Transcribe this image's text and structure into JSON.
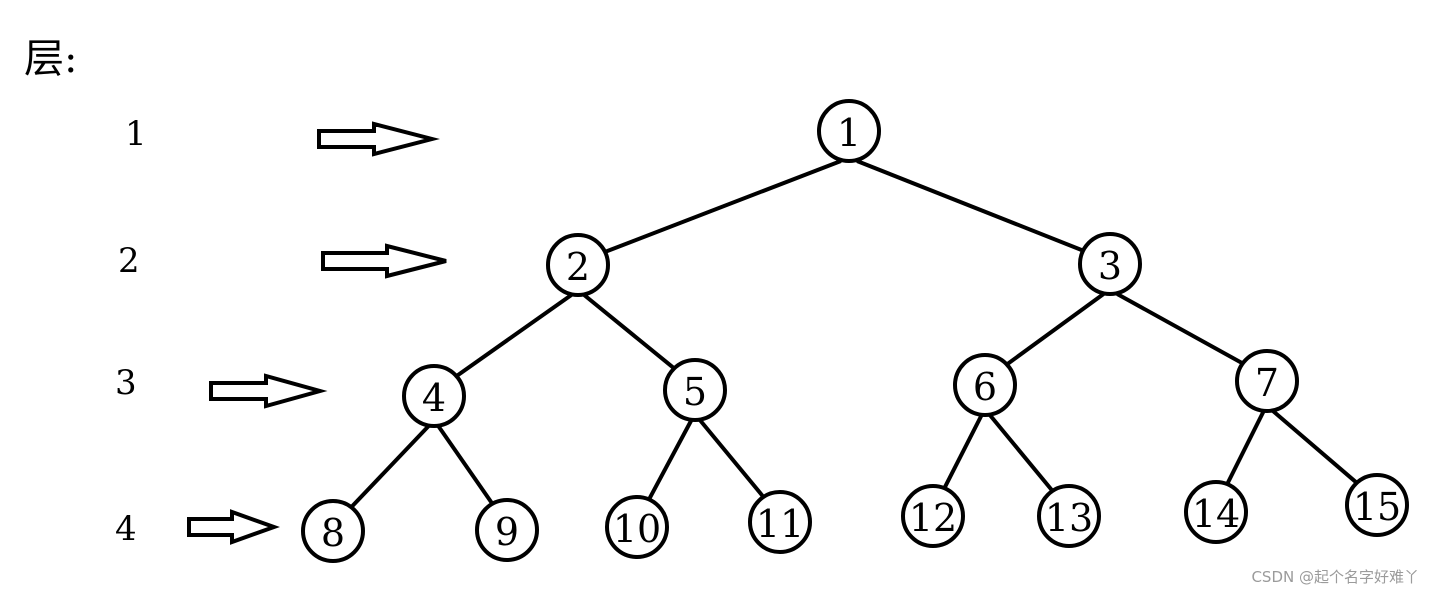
{
  "title": "层:",
  "levels": [
    {
      "label": "1"
    },
    {
      "label": "2"
    },
    {
      "label": "3"
    },
    {
      "label": "4"
    }
  ],
  "nodes": [
    "1",
    "2",
    "3",
    "4",
    "5",
    "6",
    "7",
    "8",
    "9",
    "10",
    "11",
    "12",
    "13",
    "14",
    "15"
  ],
  "edges": [
    [
      1,
      2
    ],
    [
      1,
      3
    ],
    [
      2,
      4
    ],
    [
      2,
      5
    ],
    [
      3,
      6
    ],
    [
      3,
      7
    ],
    [
      4,
      8
    ],
    [
      4,
      9
    ],
    [
      5,
      10
    ],
    [
      5,
      11
    ],
    [
      6,
      12
    ],
    [
      6,
      13
    ],
    [
      7,
      14
    ],
    [
      7,
      15
    ]
  ],
  "watermark": "CSDN @起个名字好难丫"
}
